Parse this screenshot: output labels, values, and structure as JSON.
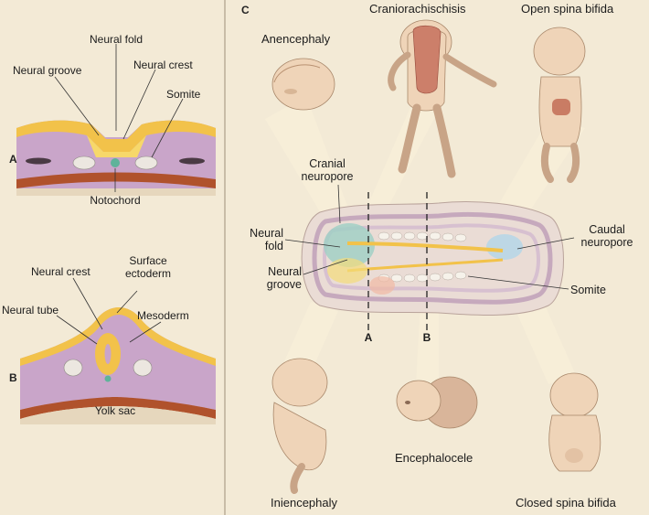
{
  "panel_a": {
    "letter": "A",
    "labels": {
      "neural_fold": "Neural fold",
      "neural_groove": "Neural groove",
      "neural_crest": "Neural crest",
      "somite": "Somite",
      "notochord": "Notochord"
    }
  },
  "panel_b": {
    "letter": "B",
    "labels": {
      "neural_crest": "Neural crest",
      "surface_ectoderm": "Surface ectoderm",
      "neural_tube": "Neural tube",
      "mesoderm": "Mesoderm",
      "yolk_sac": "Yolk sac"
    }
  },
  "panel_c": {
    "letter": "C",
    "defects": {
      "anencephaly": "Anencephaly",
      "craniorachischisis": "Craniorachischisis",
      "open_spina_bifida": "Open spina bifida",
      "iniencephaly": "Iniencephaly",
      "encephalocele": "Encephalocele",
      "closed_spina_bifida": "Closed spina bifida"
    },
    "embryo_labels": {
      "cranial_neuropore": "Cranial neuropore",
      "neural_fold": "Neural fold",
      "neural_groove": "Neural groove",
      "caudal_neuropore": "Caudal neuropore",
      "somite": "Somite",
      "section_a": "A",
      "section_b": "B"
    }
  },
  "colors": {
    "background": "#f3ead6",
    "ectoderm": "#f2c24a",
    "mesoderm": "#c9a5c9",
    "endoderm": "#b0522c",
    "notochord": "#5fb39a"
  }
}
